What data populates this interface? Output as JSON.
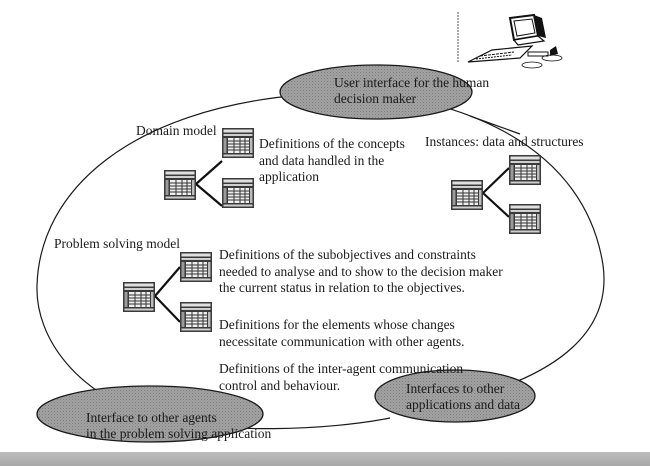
{
  "diagram": {
    "bubbles": {
      "user_interface": {
        "lines": [
          "User interface for the human",
          "decision maker"
        ]
      },
      "other_agents": {
        "lines": [
          "Interface to other agents",
          "in the problem solving application"
        ]
      },
      "other_apps": {
        "lines": [
          "Interfaces to other",
          "applications and data"
        ]
      }
    },
    "domain_model": {
      "title": "Domain model",
      "description": [
        "Definitions of the concepts",
        "and data handled in the",
        "application"
      ]
    },
    "instances": {
      "title": "Instances: data and structures"
    },
    "problem_solving_model": {
      "title": "Problem solving  model",
      "description_1": [
        "Definitions of the subobjectives and constraints",
        "needed to analyse and to show to the decision maker",
        "the current status in relation to the objectives."
      ],
      "description_2": [
        "Definitions for the elements whose changes",
        "necessitate communication with other agents."
      ],
      "description_3": [
        "Definitions of the inter-agent communication",
        "control and behaviour."
      ]
    },
    "icons": {
      "computer": "computer-workstation-icon",
      "table": "table-grid-icon"
    },
    "colors": {
      "bubble_fill": "#9a9a9a",
      "outline": "#1a1a1a",
      "band": "#b0b0b0"
    }
  }
}
